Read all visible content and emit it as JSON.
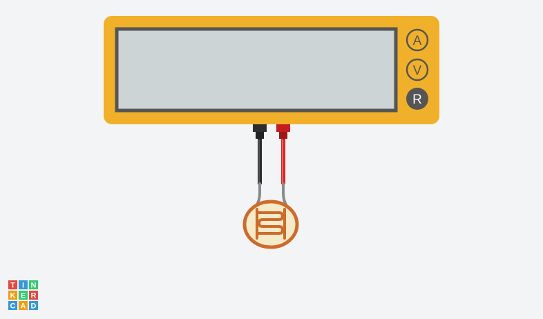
{
  "multimeter": {
    "display_value": "",
    "modes": [
      {
        "id": "ammeter",
        "label": "A",
        "active": false
      },
      {
        "id": "voltmeter",
        "label": "V",
        "active": false
      },
      {
        "id": "ohmmeter",
        "label": "R",
        "active": true
      }
    ],
    "probes": [
      {
        "name": "black-probe",
        "color": "#333333"
      },
      {
        "name": "red-probe",
        "color": "#e02424"
      }
    ]
  },
  "component": {
    "icon": "photoresistor-icon"
  },
  "brand": {
    "logo_letters": [
      [
        "T",
        "I",
        "N"
      ],
      [
        "K",
        "E",
        "R"
      ],
      [
        "C",
        "A",
        "D"
      ]
    ],
    "logo_colors": [
      "#e8453c",
      "#f39c12",
      "#2ecc71",
      "#3498db"
    ]
  },
  "colors": {
    "background": "#f3f4f6",
    "meter_body": "#f0b02a",
    "screen": "#ccd4d6",
    "screen_border": "#555555",
    "photoresistor_rim": "#cf6b2a",
    "photoresistor_face": "#f5ebc8"
  }
}
